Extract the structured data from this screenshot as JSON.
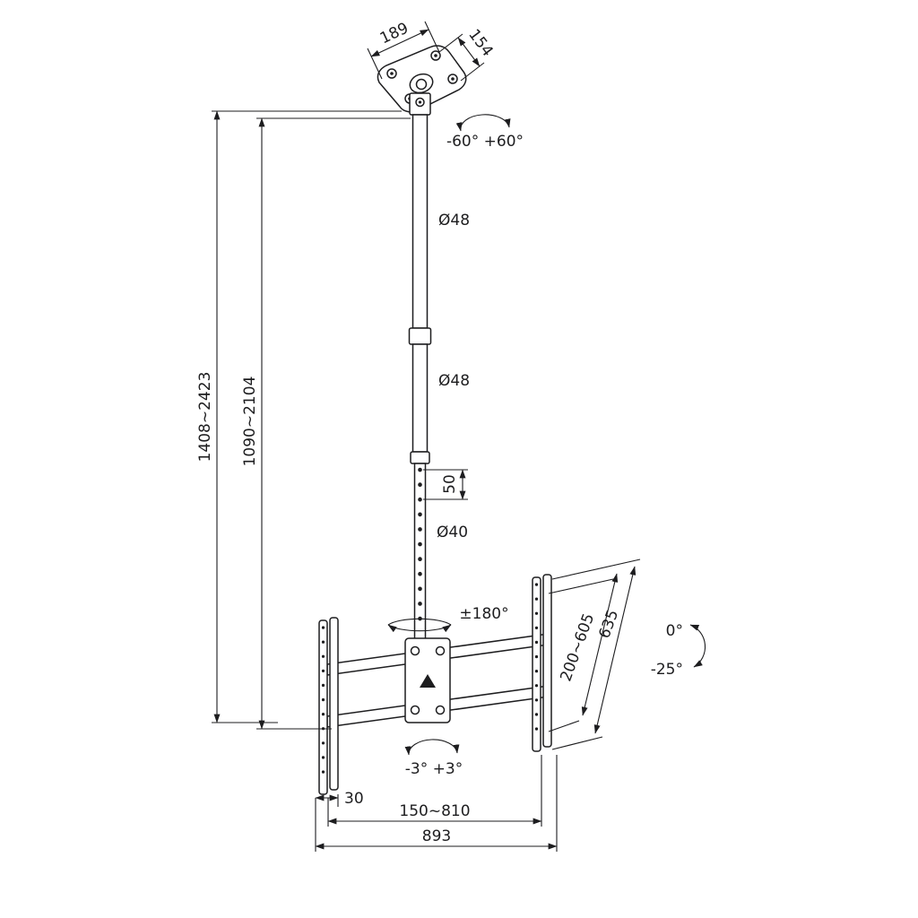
{
  "colors": {
    "line": "#1d1d1f",
    "background": "#ffffff"
  },
  "labels": {
    "base_width": "189",
    "base_depth": "154",
    "pivot_tilt_range": "-60° +60°",
    "upper_tube_diameter": "Ø48",
    "middle_tube_diameter": "Ø48",
    "height_hole_pitch": "50",
    "lower_tube_diameter": "Ø40",
    "total_height_range": "1408~2423",
    "pole_height_range": "1090~2104",
    "swivel_range": "±180°",
    "bracket_total_height": "635",
    "bracket_hole_range": "200~605",
    "screen_tilt_max": "0°",
    "screen_tilt_min": "-25°",
    "post_level_adjust": "-3° +3°",
    "rail_width": "30",
    "tv_hole_width_range": "150~810",
    "crossbar_total_width": "893"
  }
}
